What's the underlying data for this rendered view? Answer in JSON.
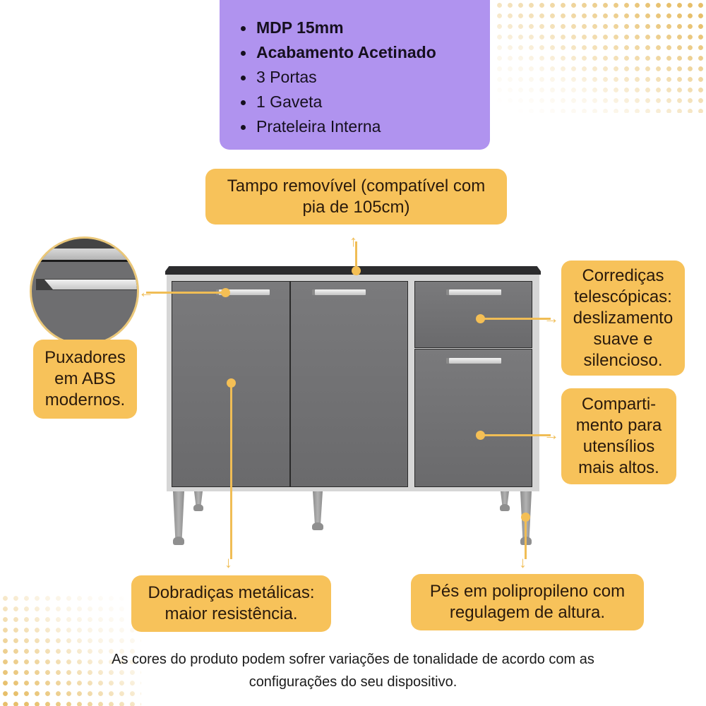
{
  "specs": {
    "items": [
      {
        "label": "MDP 15mm",
        "bold": true
      },
      {
        "label": "Acabamento Acetinado",
        "bold": true
      },
      {
        "label": "3 Portas",
        "bold": false
      },
      {
        "label": "1 Gaveta",
        "bold": false
      },
      {
        "label": "Prateleira Interna",
        "bold": false
      }
    ]
  },
  "callouts": {
    "top": "Tampo removível (compatível com\npia de 105cm)",
    "handles": "Puxadores\nem ABS\nmodernos.",
    "slides": "Corrediças\ntelescópicas:\ndeslizamento\nsuave e\nsilencioso.",
    "compartment": "Comparti-\nmento para\nutensílios\nmais altos.",
    "hinges": "Dobradiças metálicas:\nmaior resistência.",
    "feet": "Pés em polipropileno com\nregulagem de altura."
  },
  "disclaimer": {
    "line1": "As cores do produto podem sofrer variações de tonalidade de acordo com as",
    "line2": "configurações do seu dispositivo."
  },
  "colors": {
    "spec_box": "#b093ef",
    "callout": "#f7c25a",
    "accent_line": "#f0bd55",
    "cabinet_door": "#727274",
    "cabinet_frame": "#d6d6d6",
    "countertop": "#2c2c2e"
  }
}
